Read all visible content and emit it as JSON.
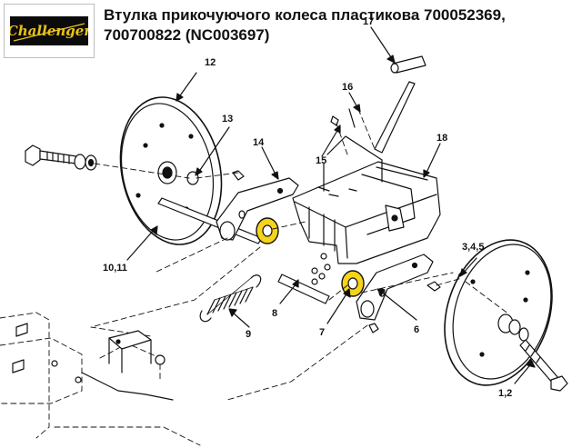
{
  "logo": {
    "text": "Challenger",
    "colors": {
      "text": "#e9c21b",
      "background": "#0b0b0b"
    }
  },
  "title": {
    "line1": "Втулка прикочуючого колеса пластикова 700052369,",
    "line2": "700700822 (NC003697)"
  },
  "callouts": [
    {
      "id": "1-2",
      "text": "1,2"
    },
    {
      "id": "3-4-5",
      "text": "3,4,5"
    },
    {
      "id": "6",
      "text": "6"
    },
    {
      "id": "7",
      "text": "7"
    },
    {
      "id": "8",
      "text": "8"
    },
    {
      "id": "9",
      "text": "9"
    },
    {
      "id": "10-11",
      "text": "10,11"
    },
    {
      "id": "12",
      "text": "12"
    },
    {
      "id": "13",
      "text": "13"
    },
    {
      "id": "14",
      "text": "14"
    },
    {
      "id": "15",
      "text": "15"
    },
    {
      "id": "16",
      "text": "16"
    },
    {
      "id": "17",
      "text": "17"
    },
    {
      "id": "18",
      "text": "18"
    }
  ],
  "colors": {
    "highlight": "#f5d419",
    "line": "#111111"
  }
}
